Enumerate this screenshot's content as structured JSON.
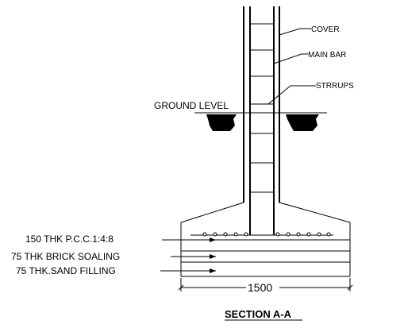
{
  "diagram": {
    "labels": {
      "cover": "COVER",
      "main_bar": "MAIN BAR",
      "stirrups": "STRRUPS",
      "ground_level": "GROUND LEVEL",
      "pcc": "150 THK P.C.C.1:4:8",
      "brick": "75 THK BRICK SOALING",
      "sand": "75 THK.SAND FILLING",
      "dimension": "1500",
      "section_title": "SECTION A-A"
    }
  }
}
